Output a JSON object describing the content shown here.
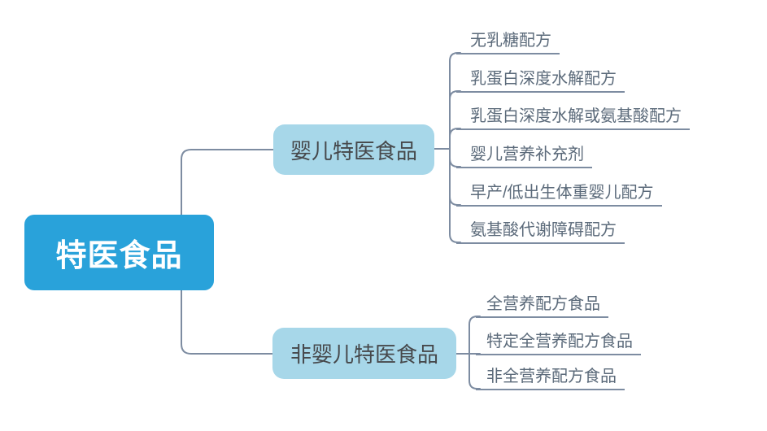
{
  "diagram": {
    "root": {
      "label": "特医食品"
    },
    "branches": [
      {
        "label": "婴儿特医食品",
        "leaves": [
          "无乳糖配方",
          "乳蛋白深度水解配方",
          "乳蛋白深度水解或氨基酸配方",
          "婴儿营养补充剂",
          "早产/低出生体重婴儿配方",
          "氨基酸代谢障碍配方"
        ]
      },
      {
        "label": "非婴儿特医食品",
        "leaves": [
          "全营养配方食品",
          "特定全营养配方食品",
          "非全营养配方食品"
        ]
      }
    ]
  },
  "colors": {
    "root_fill": "#29A2DA",
    "root_text": "#FFFFFF",
    "branch_fill": "#A7D7E9",
    "branch_text": "#46484B",
    "leaf_text": "#5B6A7A",
    "connector": "#7D8CA1"
  }
}
